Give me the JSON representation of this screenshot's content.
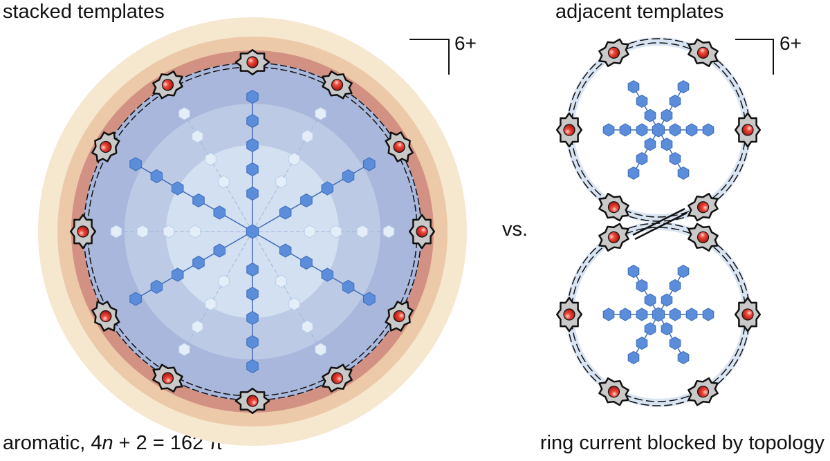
{
  "titles": {
    "left": "stacked templates",
    "right": "adjacent templates"
  },
  "charges": {
    "left": "6+",
    "right": "6+"
  },
  "vs": "vs.",
  "captions": {
    "left_prefix": "aromatic, 4",
    "left_italic": "n",
    "left_suffix": " + 2 = 162 π",
    "right": "ring current blocked by topology"
  },
  "colors": {
    "hexagon_fill": "#5b8ddb",
    "hexagon_light": "#e3eef9",
    "porphyrin_fill": "#c9c9c9",
    "metal_center": "#e02a1f",
    "aromatic_halo_outer": "#f6e7cf",
    "aromatic_halo_inner": "#c97d76",
    "shielding_blue": "#a9b7dc"
  }
}
